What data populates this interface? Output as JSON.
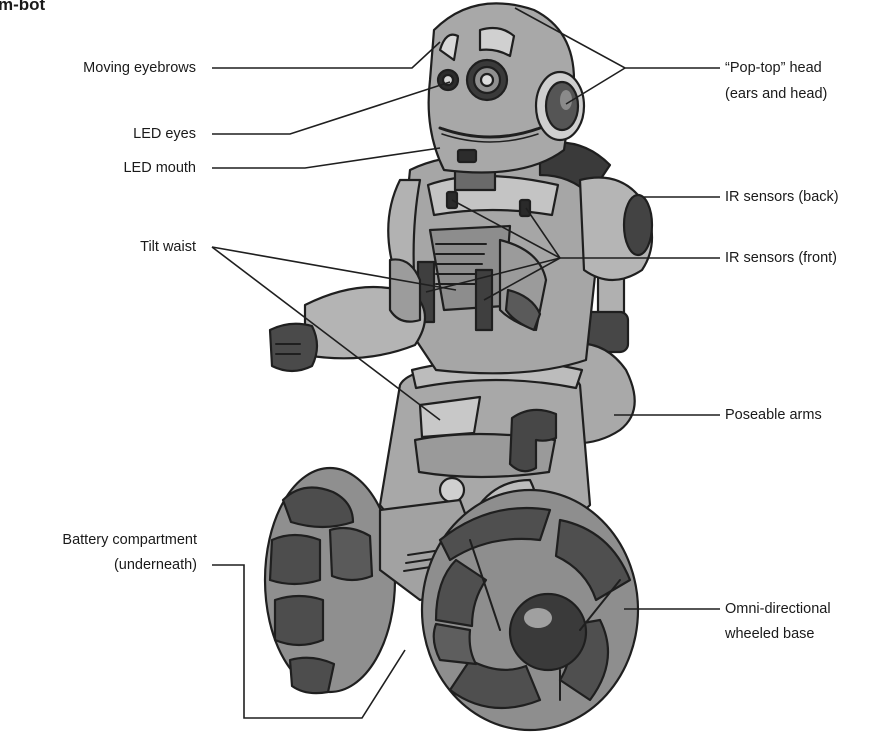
{
  "diagram": {
    "title": "m-bot",
    "labels": {
      "moving_eyebrows": "Moving eyebrows",
      "led_eyes": "LED eyes",
      "led_mouth": "LED mouth",
      "tilt_waist": "Tilt waist",
      "battery_line1": "Battery compartment",
      "battery_line2": "(underneath)",
      "pop_top_line1": "“Pop-top” head",
      "pop_top_line2": "(ears and head)",
      "ir_back": "IR sensors (back)",
      "ir_front": "IR sensors (front)",
      "poseable_arms": "Poseable arms",
      "omni_line1": "Omni-directional",
      "omni_line2": "wheeled base"
    }
  }
}
